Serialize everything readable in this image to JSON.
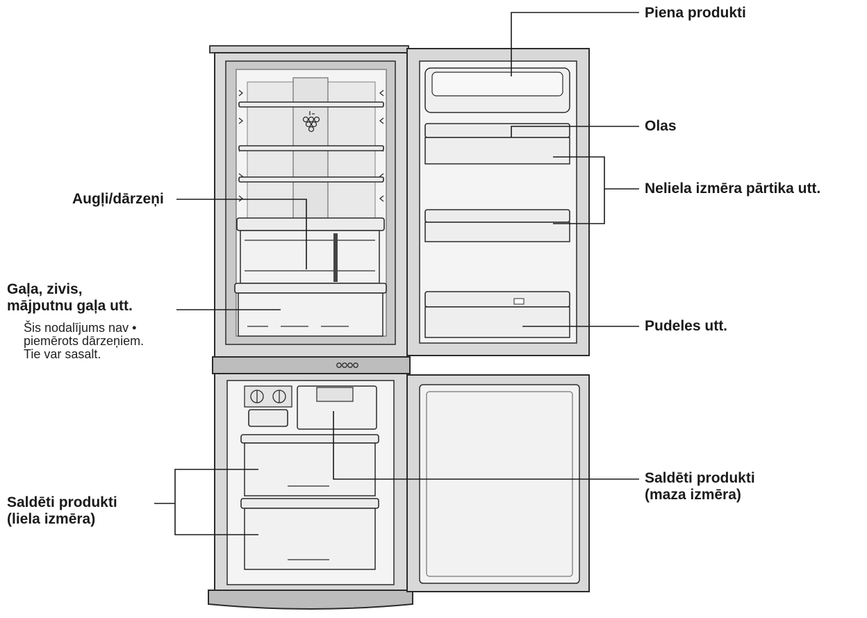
{
  "labels": {
    "piena_produkti": "Piena produkti",
    "olas": "Olas",
    "neliela": "Neliela izmēra pārtika utt.",
    "pudeles": "Pudeles utt.",
    "augli": "Augļi/dārzeņi",
    "gala_line1": "Gaļa, zivis,",
    "gala_line2": "mājputnu gaļa utt.",
    "note_line1": "Šis nodalījums nav •",
    "note_line2": "piemērots dārzeņiem.",
    "note_line3": "Tie var sasalt.",
    "saldeti_liela_line1": "Saldēti produkti",
    "saldeti_liela_line2": "(liela izmēra)",
    "saldeti_maza_line1": "Saldēti produkti",
    "saldeti_maza_line2": "(maza izmēra)"
  },
  "colors": {
    "line": "#1a1a1a",
    "body": "#d6d6d6",
    "interior": "#f3f3f3",
    "tray": "#ececec"
  }
}
